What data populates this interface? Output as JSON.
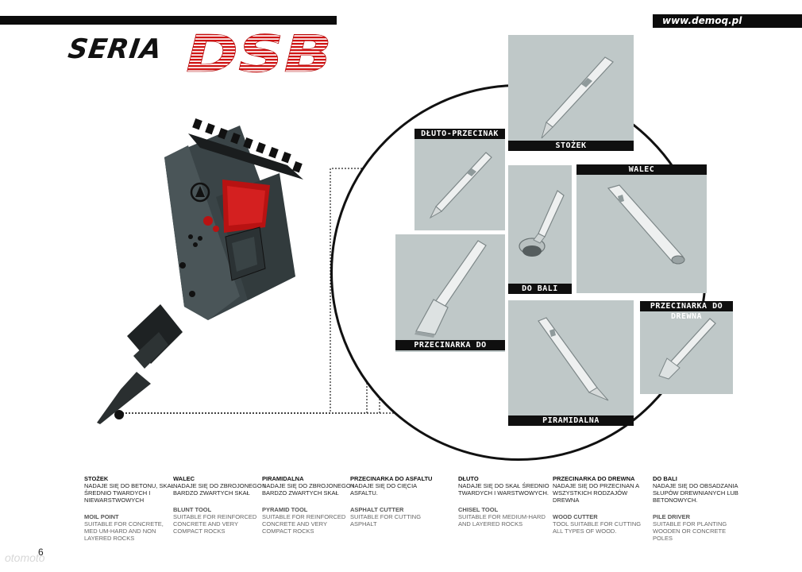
{
  "header": {
    "url": "www.demoq.pl",
    "series_word": "SERIA",
    "series_logo": "DSB"
  },
  "colors": {
    "accent_red": "#d01414",
    "dark": "#0c0c0c",
    "tile_bg": "#bfc8c8"
  },
  "tiles": {
    "stozek": "STOŻEK",
    "dluto": "DŁUTO-PRZECINAK",
    "walec": "WALEC",
    "do_bali": "DO BALI",
    "asfalt": "PRZECINARKA DO ASFALTU",
    "drewna": "PRZECINARKA DO DREWNA",
    "piramidalna": "PIRAMIDALNA"
  },
  "specs": [
    {
      "pl_title": "STOŻEK",
      "pl_desc": "NADAJE SIĘ DO BETONU, SKAŁ ŚREDNIO TWARDYCH I NIEWARSTWOWYCH",
      "en_title": "MOIL POINT",
      "en_desc": "SUITABLE FOR CONCRETE, MED UM-HARD AND NON LAYERED ROCKS"
    },
    {
      "pl_title": "WALEC",
      "pl_desc": "NADAJE SIĘ DO ZBROJONEGO I BARDZO ZWARTYCH SKAŁ",
      "en_title": "BLUNT TOOL",
      "en_desc": "SUITABLE FOR REINFORCED CONCRETE AND VERY COMPACT ROCKS"
    },
    {
      "pl_title": "PIRAMIDALNA",
      "pl_desc": "NADAJE SIĘ DO ZBROJONEGO I BARDZO ZWARTYCH SKAŁ",
      "en_title": "PYRAMID TOOL",
      "en_desc": "SUITABLE FOR REINFORCED CONCRETE AND VERY COMPACT ROCKS"
    },
    {
      "pl_title": "PRZECINARKA DO ASFALTU",
      "pl_desc": "NADAJE SIĘ DO CIĘCIA ASFALTU.",
      "en_title": "ASPHALT CUTTER",
      "en_desc": "SUITABLE FOR CUTTING ASPHALT"
    },
    {
      "pl_title": "DŁUTO",
      "pl_desc": "NADAJE SIĘ DO SKAŁ ŚREDNIO TWARDYCH I WARSTWOWYCH.",
      "en_title": "CHISEL TOOL",
      "en_desc": "SUITABLE FOR MEDIUM-HARD AND LAYERED ROCKS"
    },
    {
      "pl_title": "PRZECINARKA DO DREWNA",
      "pl_desc": "NADAJE SIĘ DO PRZECINAN A WSZYSTKICH RODZAJÓW DREWNA",
      "en_title": "WOOD CUTTER",
      "en_desc": "TOOL SUITABLE FOR CUTTING ALL TYPES OF WOOD."
    },
    {
      "pl_title": "DO BALI",
      "pl_desc": "NADAJE SIĘ DO OBSADZANIA SŁUPÓW DREWNIANYCH LUB BETONOWYCH.",
      "en_title": "PILE DRIVER",
      "en_desc": "SUITABLE FOR PLANTING WOODEN OR CONCRETE POLES"
    }
  ],
  "footer": {
    "page_number": "6",
    "watermark": "otomoto"
  }
}
